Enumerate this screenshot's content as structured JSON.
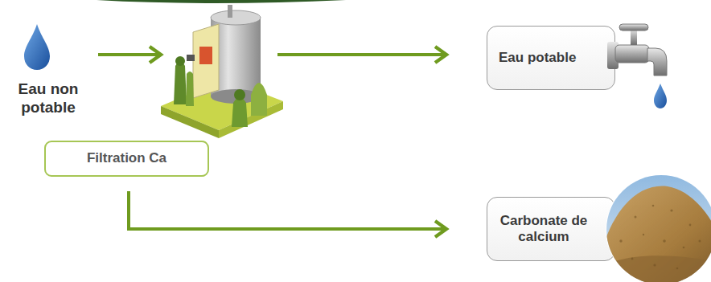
{
  "diagram": {
    "nodes": [
      {
        "text": [
          "Eau non potable"
        ]
      },
      {
        "text": [
          "Filtration Ca"
        ]
      },
      {
        "text": [
          "Eau potable"
        ]
      },
      {
        "text": [
          "Carbonate de calcium"
        ]
      }
    ],
    "edges": [
      {
        "from": 0,
        "to": 1,
        "arrow": "to"
      },
      {
        "from": 1,
        "to": 2,
        "arrow": "to"
      },
      {
        "from": 1,
        "to": 3,
        "arrow": "to"
      }
    ]
  }
}
